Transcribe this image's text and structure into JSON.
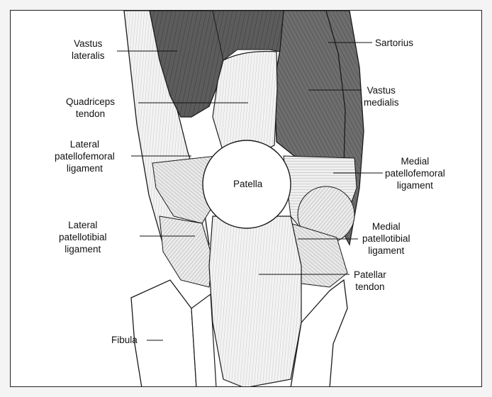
{
  "labels": {
    "vastus_lateralis": [
      "Vastus",
      "lateralis"
    ],
    "quadriceps_tendon": [
      "Quadriceps",
      "tendon"
    ],
    "lateral_patellofemoral_ligament": [
      "Lateral",
      "patellofemoral",
      "ligament"
    ],
    "lateral_patellotibial_ligament": [
      "Lateral",
      "patellotibial",
      "ligament"
    ],
    "fibula": "Fibula",
    "patella": "Patella",
    "sartorius": "Sartorius",
    "vastus_medialis": [
      "Vastus",
      "medialis"
    ],
    "medial_patellofemoral_ligament": [
      "Medial",
      "patellofemoral",
      "ligament"
    ],
    "medial_patellotibial_ligament": [
      "Medial",
      "patellotibial",
      "ligament"
    ],
    "patellar_tendon": [
      "Patellar",
      "tendon"
    ]
  },
  "colors": {
    "muscle_dark": "#5c5c5c",
    "muscle_mid": "#7a7a7a",
    "tissue_light": "#f2f2f2",
    "outline": "#1a1a1a",
    "frame_border": "#222222"
  }
}
